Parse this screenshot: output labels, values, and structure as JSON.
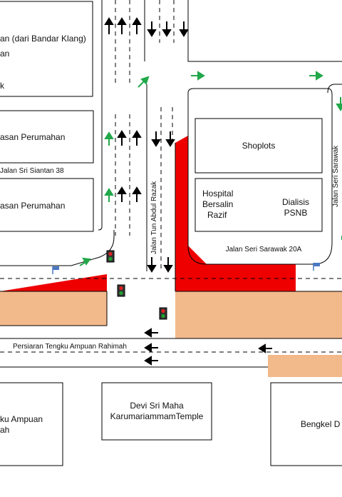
{
  "roads": {
    "main_road": "Jalan Tun Abdul Razak",
    "side_road_east": "Jalan Seri Sarawak",
    "shop_road": "Jalan Seri Sarawak 20A",
    "bottom_road": "Persiaran Tengku Ampuan Rahimah",
    "residential_road": "Jalan Sri Siantan 38"
  },
  "buildings": {
    "top_left": [
      "an (dari Bandar Klang)",
      "an",
      "k"
    ],
    "residential_1": "asan Perumahan",
    "residential_2": "asan Perumahan",
    "shoplots": "Shoplots",
    "hospital": [
      "Hospital",
      "Bersalin",
      "Razif"
    ],
    "dialysis": [
      "Dialisis",
      "PSNB"
    ],
    "bottom_left": [
      "ku Ampuan",
      "ah"
    ],
    "temple": [
      "Devi Sri Maha",
      "KarumariammamTemple"
    ],
    "workshop": "Bengkel D"
  },
  "colors": {
    "road_line": "#000000",
    "hazard": "#ee0000",
    "sand": "#f2b98b",
    "turn_arrow": "#22a84a",
    "flag": "#4a78c0",
    "signal_red": "#e02020",
    "signal_green": "#20a030"
  }
}
